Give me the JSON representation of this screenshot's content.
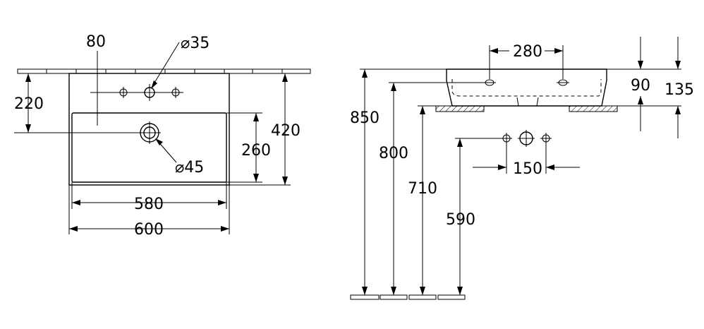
{
  "top_view": {
    "dim_tap_offset": "80",
    "dim_tap_hole": "⌀35",
    "dim_drain_height": "220",
    "dim_bowl_depth": "260",
    "dim_overall_depth": "420",
    "dim_drain_hole": "⌀45",
    "dim_bowl_width": "580",
    "dim_overall_width": "600"
  },
  "side_view": {
    "dim_hole_spacing": "280",
    "dim_rim_height": "90",
    "dim_total_height": "135",
    "dim_mount_height": "850",
    "dim_hole_height": "800",
    "dim_underside_height": "710",
    "dim_valve_spacing": "150",
    "dim_valve_height": "590"
  }
}
